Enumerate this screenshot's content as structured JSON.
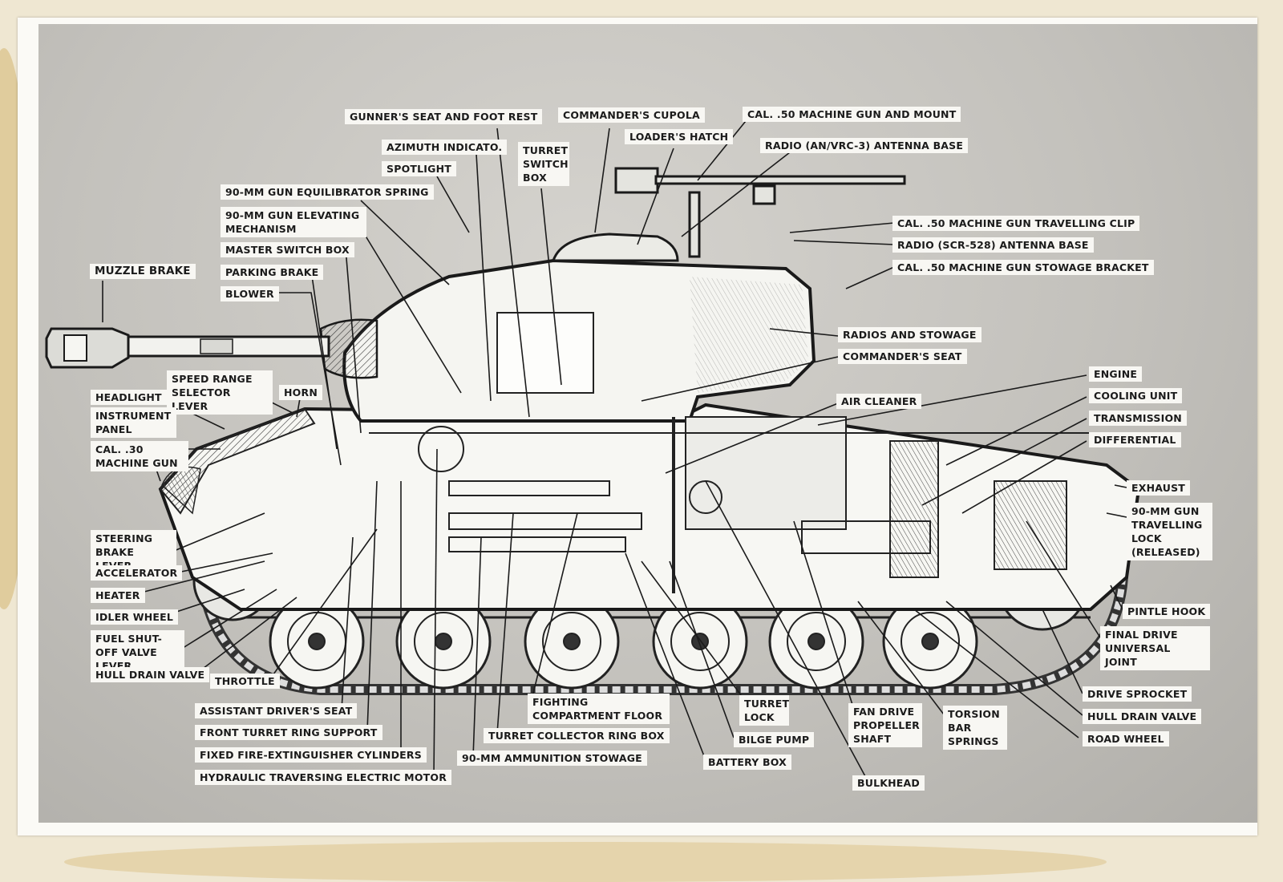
{
  "colors": {
    "paper": "#fbfaf6",
    "plate": "#c3c1bc",
    "ink": "#1b1b1b",
    "stain": "#c69a3c"
  },
  "labels": {
    "gunners_seat": "GUNNER'S SEAT AND FOOT REST",
    "commanders_cupola": "COMMANDER'S CUPOLA",
    "cal50_mg_mount": "CAL. .50 MACHINE GUN AND MOUNT",
    "loaders_hatch": "LOADER'S HATCH",
    "azimuth_indicator": "AZIMUTH INDICATO.",
    "turret_switch_box": "TURRET SWITCH BOX",
    "radio_antenna_base_vrc3": "RADIO (AN/VRC-3) ANTENNA BASE",
    "spotlight": "SPOTLIGHT",
    "equilibrator_spring": "90-MM GUN EQUILIBRATOR SPRING",
    "elevating_mechanism": "90-MM GUN ELEVATING MECHANISM",
    "mg_travelling_clip": "CAL. .50 MACHINE GUN TRAVELLING CLIP",
    "radio_antenna_base_scr528": "RADIO (SCR-528) ANTENNA BASE",
    "master_switch_box": "MASTER SWITCH BOX",
    "mg_stowage_bracket": "CAL. .50 MACHINE GUN STOWAGE BRACKET",
    "muzzle_brake": "MUZZLE BRAKE",
    "parking_brake": "PARKING BRAKE",
    "blower": "BLOWER",
    "radios_stowage": "RADIOS AND STOWAGE",
    "commanders_seat": "COMMANDER'S SEAT",
    "speed_range_lever": "SPEED RANGE SELECTOR LEVER",
    "headlight": "HEADLIGHT",
    "horn": "HORN",
    "engine": "ENGINE",
    "air_cleaner": "AIR CLEANER",
    "cooling_unit": "COOLING UNIT",
    "instrument_panel": "INSTRUMENT PANEL",
    "transmission": "TRANSMISSION",
    "cal30_mg": "CAL. .30 MACHINE GUN",
    "differential": "DIFFERENTIAL",
    "exhaust": "EXHAUST",
    "gun_travelling_lock": "90-MM GUN TRAVELLING LOCK (RELEASED)",
    "steering_brake_lever": "STEERING BRAKE LEVER",
    "accelerator": "ACCELERATOR",
    "heater": "HEATER",
    "idler_wheel": "IDLER WHEEL",
    "pintle_hook": "PINTLE HOOK",
    "fuel_shutoff": "FUEL SHUT-OFF VALVE LEVER",
    "final_drive_joint": "FINAL DRIVE UNIVERSAL JOINT",
    "hull_drain_valve_front": "HULL DRAIN VALVE",
    "throttle": "THROTTLE",
    "drive_sprocket": "DRIVE SPROCKET",
    "fighting_floor": "FIGHTING COMPARTMENT FLOOR",
    "turret_lock": "TURRET LOCK",
    "fan_drive_shaft": "FAN DRIVE PROPELLER SHAFT",
    "torsion_bar_springs": "TORSION BAR SPRINGS",
    "hull_drain_valve_rear": "HULL DRAIN VALVE",
    "assistant_drivers_seat": "ASSISTANT DRIVER'S SEAT",
    "road_wheel": "ROAD WHEEL",
    "front_turret_ring_support": "FRONT TURRET RING SUPPORT",
    "turret_collector_ring_box": "TURRET COLLECTOR RING BOX",
    "bilge_pump": "BILGE PUMP",
    "fire_extinguisher_cylinders": "FIXED FIRE-EXTINGUISHER CYLINDERS",
    "ammunition_stowage": "90-MM AMMUNITION STOWAGE",
    "battery_box": "BATTERY BOX",
    "hydraulic_motor": "HYDRAULIC TRAVERSING ELECTRIC MOTOR",
    "bulkhead": "BULKHEAD"
  }
}
